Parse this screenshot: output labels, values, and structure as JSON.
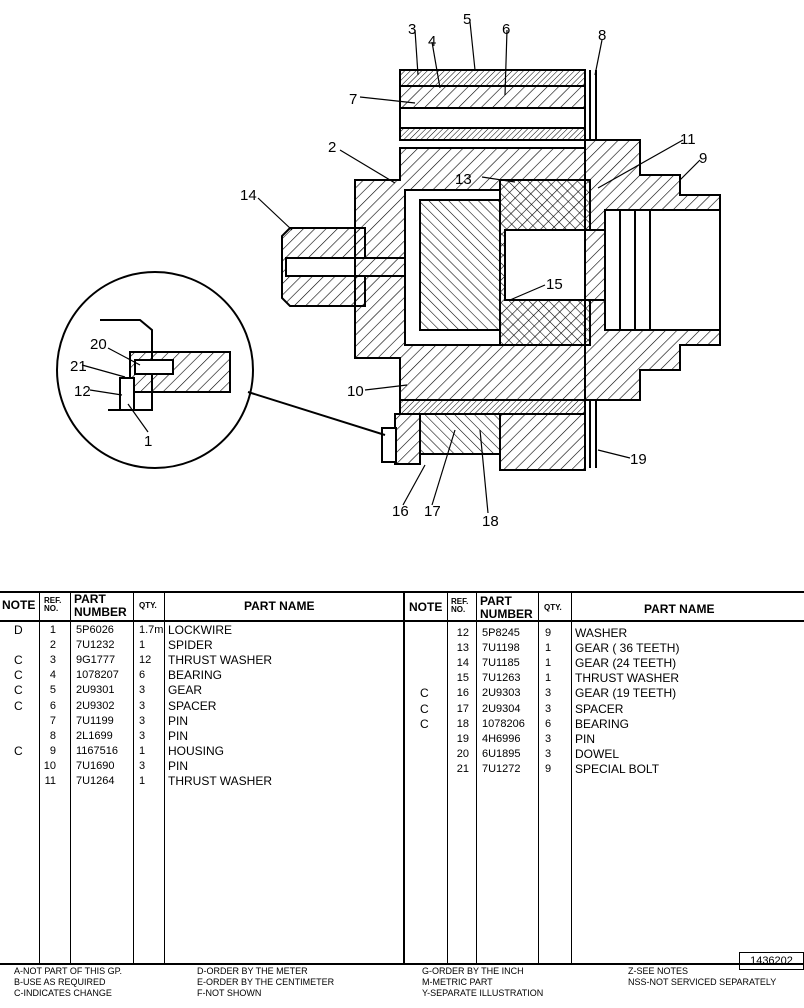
{
  "callouts": [
    "1",
    "2",
    "3",
    "4",
    "5",
    "6",
    "7",
    "8",
    "9",
    "10",
    "11",
    "12",
    "13",
    "14",
    "15",
    "16",
    "17",
    "18",
    "19",
    "20",
    "21"
  ],
  "headers": {
    "note": "NOTE",
    "ref_no": "REF. NO.",
    "part_number": "PART NUMBER",
    "qty": "QTY.",
    "part_name": "PART NAME"
  },
  "parts_left": [
    {
      "note": "D",
      "ref": "1",
      "part": "5P6026",
      "qty": "1.7m",
      "name": "LOCKWIRE"
    },
    {
      "note": "",
      "ref": "2",
      "part": "7U1232",
      "qty": "1",
      "name": "SPIDER"
    },
    {
      "note": "C",
      "ref": "3",
      "part": "9G1777",
      "qty": "12",
      "name": "THRUST WASHER"
    },
    {
      "note": "C",
      "ref": "4",
      "part": "1078207",
      "qty": "6",
      "name": "BEARING"
    },
    {
      "note": "C",
      "ref": "5",
      "part": "2U9301",
      "qty": "3",
      "name": "GEAR"
    },
    {
      "note": "C",
      "ref": "6",
      "part": "2U9302",
      "qty": "3",
      "name": "SPACER"
    },
    {
      "note": "",
      "ref": "7",
      "part": "7U1199",
      "qty": "3",
      "name": "PIN"
    },
    {
      "note": "",
      "ref": "8",
      "part": "2L1699",
      "qty": "3",
      "name": "PIN"
    },
    {
      "note": "C",
      "ref": "9",
      "part": "1167516",
      "qty": "1",
      "name": "HOUSING"
    },
    {
      "note": "",
      "ref": "10",
      "part": "7U1690",
      "qty": "3",
      "name": "PIN"
    },
    {
      "note": "",
      "ref": "11",
      "part": "7U1264",
      "qty": "1",
      "name": "THRUST WASHER"
    }
  ],
  "parts_right": [
    {
      "note": "",
      "ref": "12",
      "part": "5P8245",
      "qty": "9",
      "name": "WASHER"
    },
    {
      "note": "",
      "ref": "13",
      "part": "7U1198",
      "qty": "1",
      "name": "GEAR ( 36 TEETH)"
    },
    {
      "note": "",
      "ref": "14",
      "part": "7U1185",
      "qty": "1",
      "name": "GEAR (24 TEETH)"
    },
    {
      "note": "",
      "ref": "15",
      "part": "7U1263",
      "qty": "1",
      "name": "THRUST WASHER"
    },
    {
      "note": "C",
      "ref": "16",
      "part": "2U9303",
      "qty": "3",
      "name": "GEAR (19 TEETH)"
    },
    {
      "note": "C",
      "ref": "17",
      "part": "2U9304",
      "qty": "3",
      "name": "SPACER"
    },
    {
      "note": "C",
      "ref": "18",
      "part": "1078206",
      "qty": "6",
      "name": "BEARING"
    },
    {
      "note": "",
      "ref": "19",
      "part": "4H6996",
      "qty": "3",
      "name": "PIN"
    },
    {
      "note": "",
      "ref": "20",
      "part": "6U1895",
      "qty": "3",
      "name": "DOWEL"
    },
    {
      "note": "",
      "ref": "21",
      "part": "7U1272",
      "qty": "9",
      "name": "SPECIAL BOLT"
    }
  ],
  "doc_number": "1436202",
  "legend": {
    "col1": [
      "A-NOT PART OF THIS GP.",
      "B-USE AS REQUIRED",
      "C-INDICATES CHANGE"
    ],
    "col2": [
      "D-ORDER BY THE METER",
      "E-ORDER BY THE CENTIMETER",
      "F-NOT SHOWN"
    ],
    "col3": [
      "G-ORDER BY THE INCH",
      "M-METRIC PART",
      "Y-SEPARATE ILLUSTRATION"
    ],
    "col4": [
      "Z-SEE NOTES",
      "NSS-NOT SERVICED SEPARATELY"
    ]
  }
}
